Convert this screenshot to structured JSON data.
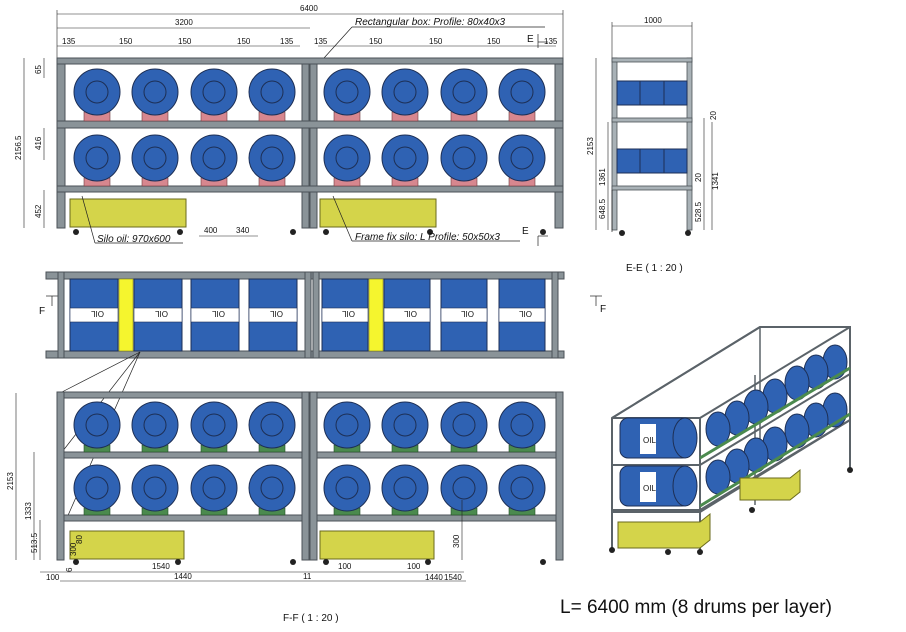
{
  "top_view": {
    "overall_length": "6400",
    "half_length": "3200",
    "left_offsets": [
      "135",
      "150",
      "150",
      "150",
      "135"
    ],
    "right_offsets": [
      "135",
      "150",
      "150",
      "150",
      "135"
    ],
    "height_top_gap": "65",
    "overall_height": "2156.5",
    "shelf_gap": "416",
    "bottom_height": "452",
    "span_a": "400",
    "span_b": "340",
    "note_profile": "Rectangular box: Profile: 80x40x3",
    "note_silo_oil": "Silo oil: 970x600",
    "note_frame_fix": "Frame fix silo: L Profile: 50x50x3",
    "section_marker": "E"
  },
  "side_view": {
    "width": "1000",
    "height": "2153",
    "gap": "20",
    "mid_height": "1361",
    "mid_height_right": "1341",
    "low_height": "648.5",
    "low_height_right": "528.5",
    "gap_lower": "20",
    "title": "E-E ( 1 : 20 )"
  },
  "plan_view": {
    "section_marker": "F",
    "drum_label": "OIL"
  },
  "front_view": {
    "overall_height": "2153",
    "mid_height": "1333",
    "low_height": "513.5",
    "tray_height": "300",
    "tray_height_small": "80",
    "base_gap": "6",
    "tray_height_right": "300",
    "bottom_dims_left": [
      "100",
      "1540",
      "1440"
    ],
    "bottom_dims_right": [
      "11",
      "100",
      "100",
      "1440",
      "1540"
    ],
    "title": "F-F ( 1 : 20 )"
  },
  "iso_view": {
    "drum_label": "OIL"
  },
  "caption": "L= 6400 mm (8 drums per layer)",
  "colors": {
    "drum_blue": "#2f62b3",
    "frame_grey": "#8a9398",
    "tray_yellow": "#d4d44a",
    "spacer_yellow": "#f5f52e",
    "saddle_pink": "#d7878f",
    "base_green": "#4b8a4e"
  }
}
